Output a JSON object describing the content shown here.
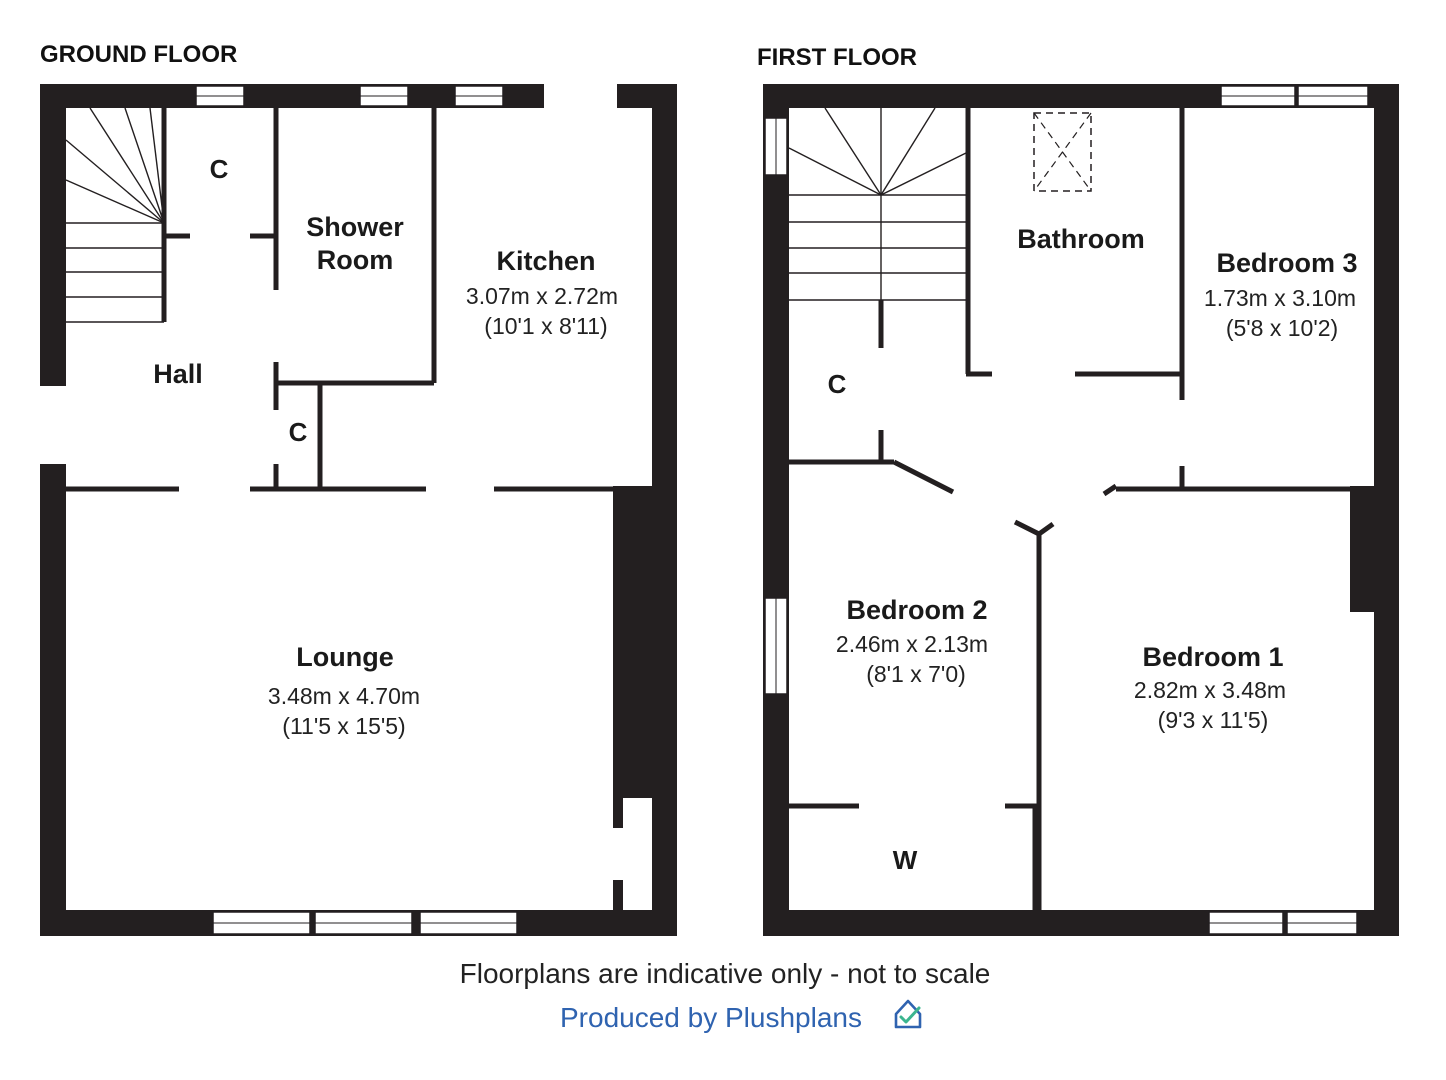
{
  "ground_floor": {
    "title": "GROUND FLOOR",
    "cupboard_upper": "C",
    "cupboard_lower": "C",
    "hall": "Hall",
    "shower_room_line1": "Shower",
    "shower_room_line2": "Room",
    "kitchen": {
      "name": "Kitchen",
      "metric": "3.07m x 2.72m",
      "imperial": "(10'1 x 8'11)"
    },
    "lounge": {
      "name": "Lounge",
      "metric": "3.48m x 4.70m",
      "imperial": "(11'5 x 15'5)"
    }
  },
  "first_floor": {
    "title": "FIRST FLOOR",
    "bathroom": "Bathroom",
    "cupboard": "C",
    "wardrobe": "W",
    "bedroom3": {
      "name": "Bedroom 3",
      "metric": "1.73m x 3.10m",
      "imperial": "(5'8 x 10'2)"
    },
    "bedroom2": {
      "name": "Bedroom 2",
      "metric": "2.46m x 2.13m",
      "imperial": "(8'1 x 7'0)"
    },
    "bedroom1": {
      "name": "Bedroom 1",
      "metric": "2.82m x 3.48m",
      "imperial": "(9'3 x 11'5)"
    }
  },
  "footer": {
    "disclaimer": "Floorplans are indicative only - not to scale",
    "produced_by": "Produced by Plushplans",
    "brand_icon": "house-check-icon",
    "brand_color": "#2f63b0"
  }
}
